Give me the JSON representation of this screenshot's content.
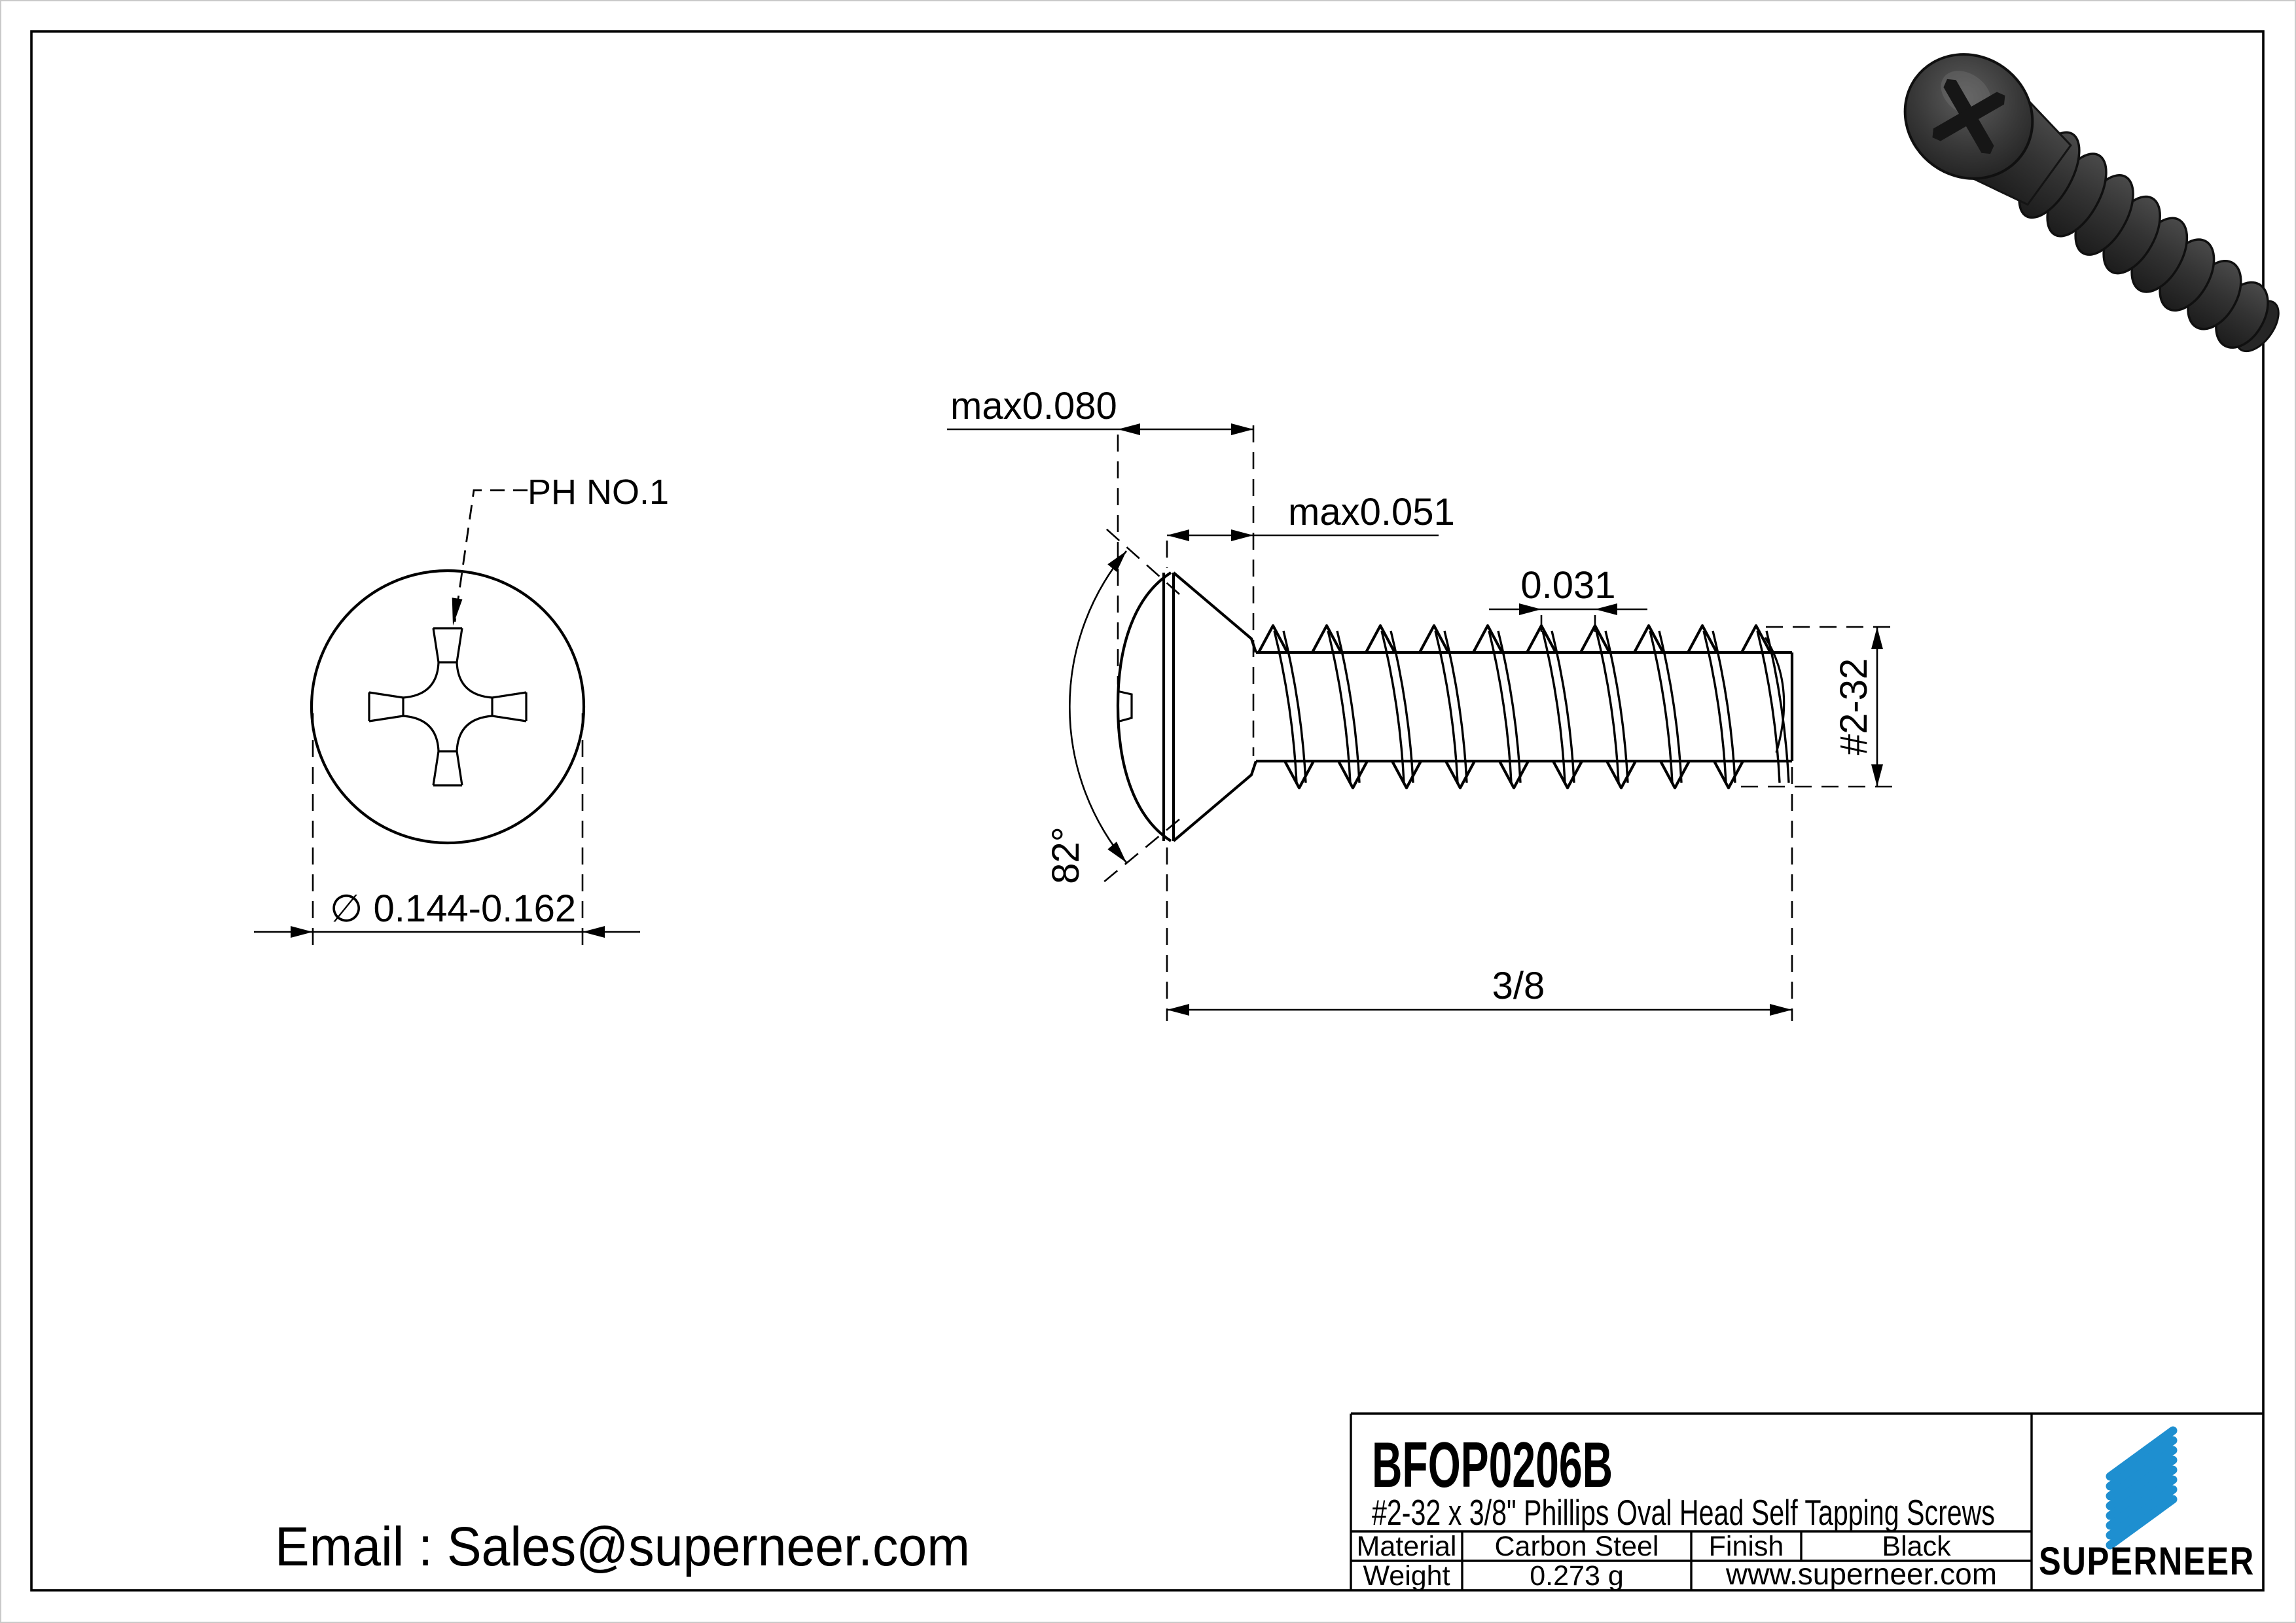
{
  "page": {
    "background": "#ffffff",
    "line_color": "#000000"
  },
  "front_view": {
    "recess_label": "PH NO.1",
    "diameter_dim": "∅ 0.144-0.162"
  },
  "side_view": {
    "head_height_dim": "max0.080",
    "cone_depth_dim": "max0.051",
    "pitch_dim": "0.031",
    "head_angle_dim": "82°",
    "thread_dim": "#2-32",
    "length_dim": "3/8"
  },
  "title_block": {
    "part_number": "BFOP0206B",
    "description": "#2-32 x 3/8\" Phillips Oval Head Self Tapping Screws",
    "material_label": "Material",
    "material_value": "Carbon Steel",
    "finish_label": "Finish",
    "finish_value": "Black",
    "weight_label": "Weight",
    "weight_value": "0.273 g",
    "website": "www.superneer.com",
    "brand_name": "SUPERNEER",
    "brand_color": "#1E8FD0",
    "link_color": "#1E8FD0"
  },
  "footer": {
    "email": "Email : Sales@superneer.com"
  },
  "screw_render": {
    "icon": "screw-3d-render",
    "body_color": "#2f2f2f"
  }
}
